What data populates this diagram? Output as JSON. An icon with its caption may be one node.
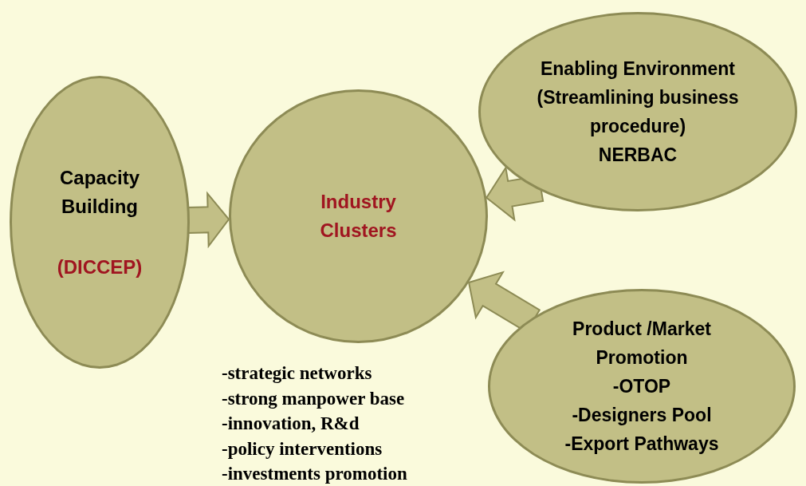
{
  "diagram": {
    "nodes": [
      {
        "text": [
          "Capacity Building",
          "(DICCEP)"
        ]
      },
      {
        "text": [
          "Industry Clusters"
        ]
      },
      {
        "text": [
          "Enabling Environment (Streamlining business procedure)",
          "NERBAC"
        ]
      },
      {
        "text": [
          "Product /Market Promotion",
          "-OTOP",
          "-Designers Pool",
          "-Export Pathways"
        ]
      }
    ],
    "edges": [
      {
        "from": 0,
        "to": 1,
        "arrow": "to"
      },
      {
        "from": 2,
        "to": 1,
        "arrow": "to"
      },
      {
        "from": 3,
        "to": 1,
        "arrow": "to"
      }
    ],
    "labels": [
      "-strategic networks",
      "-strong manpower base",
      "-innovation, R&d",
      "-policy interventions",
      "-investments promotion"
    ]
  }
}
